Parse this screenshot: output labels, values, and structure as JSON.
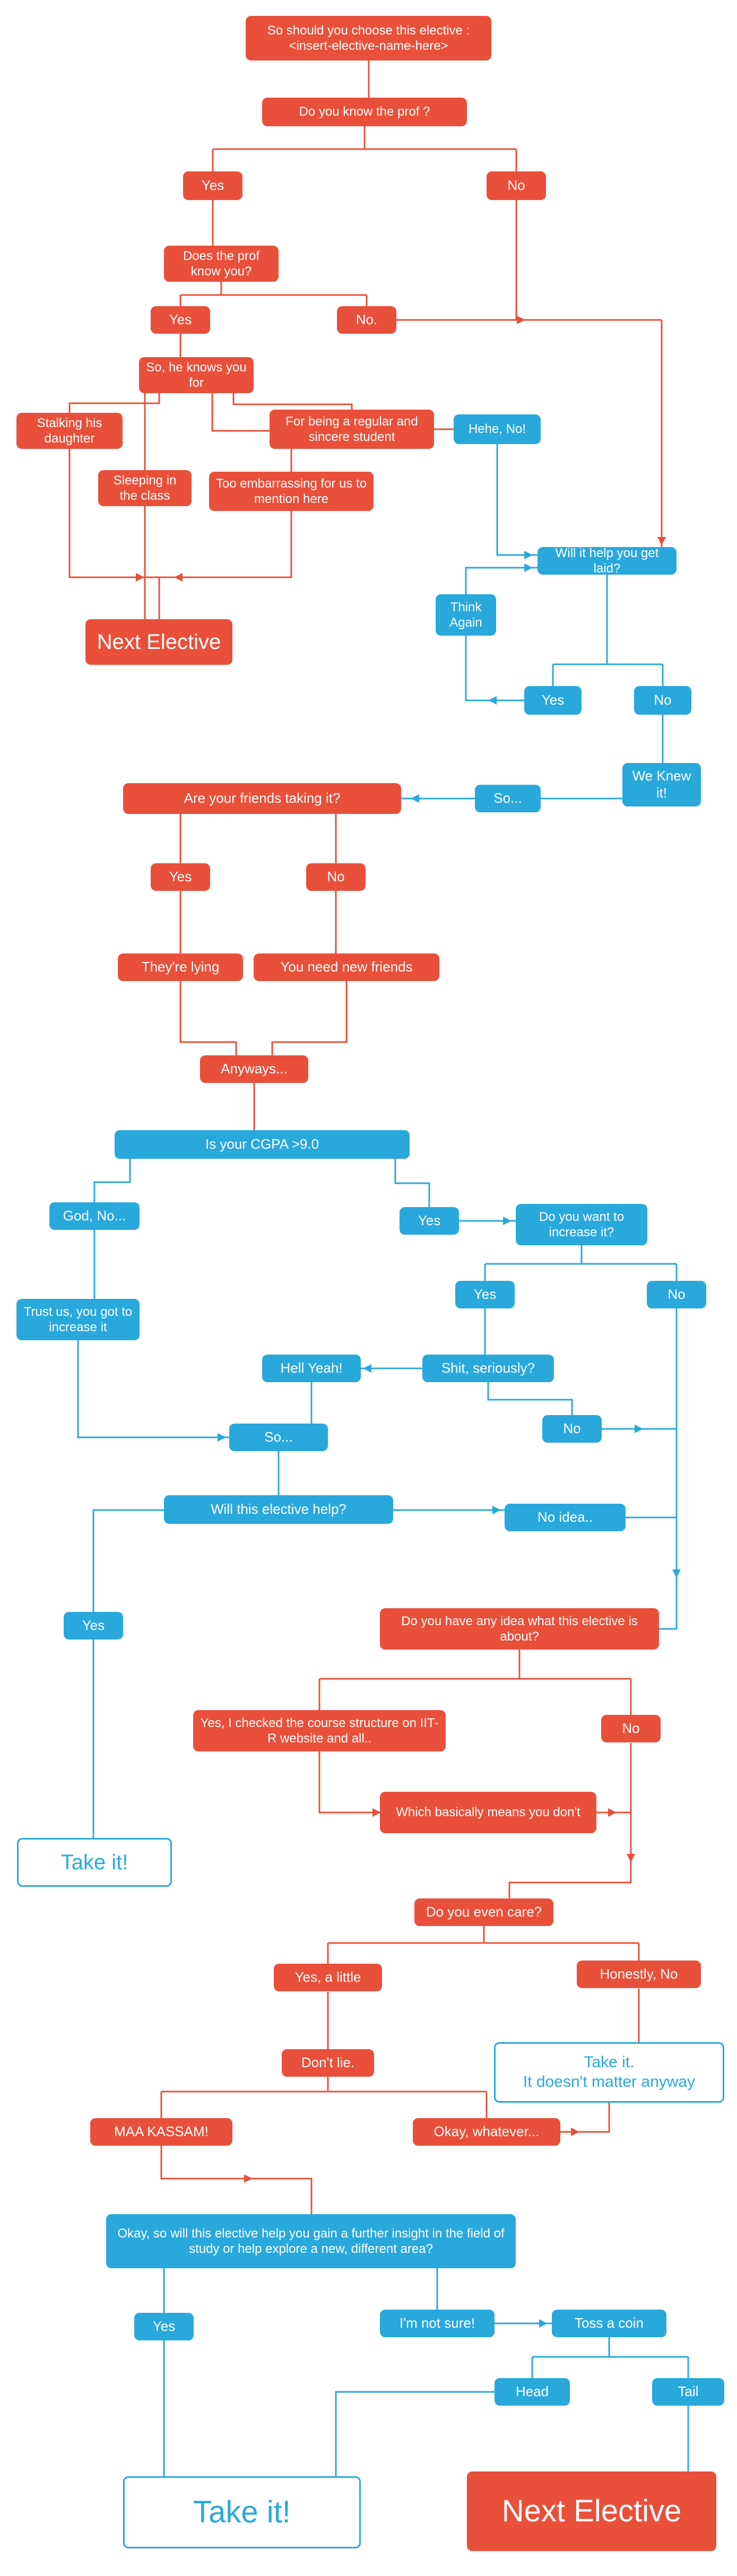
{
  "title": "Elective choice flowchart",
  "colors": {
    "red": "#e8503b",
    "blue": "#29a8dc",
    "background": "#ffffff",
    "outline_text": "#29a8dc"
  },
  "nodes": [
    {
      "id": "start",
      "label": "So should you choose this elective : <insert-elective-name-here>"
    },
    {
      "id": "know-prof",
      "label": "Do you know the prof ?"
    },
    {
      "id": "know-prof-yes",
      "label": "Yes"
    },
    {
      "id": "know-prof-no",
      "label": "No"
    },
    {
      "id": "prof-know-you",
      "label": "Does the prof know you?"
    },
    {
      "id": "prof-know-you-yes",
      "label": "Yes"
    },
    {
      "id": "prof-know-you-no",
      "label": "No."
    },
    {
      "id": "knows-you-for",
      "label": "So, he knows you for"
    },
    {
      "id": "stalking",
      "label": "Stalking his daughter"
    },
    {
      "id": "regular-student",
      "label": "For being a regular and sincere student"
    },
    {
      "id": "hehe-no",
      "label": "Hehe, No!"
    },
    {
      "id": "sleeping",
      "label": "Sleeping in the class"
    },
    {
      "id": "embarrassing",
      "label": "Too embarrassing for us to mention here"
    },
    {
      "id": "get-laid",
      "label": "Will it help you get laid?"
    },
    {
      "id": "think-again",
      "label": "Think Again"
    },
    {
      "id": "next-elective-1",
      "label": "Next Elective"
    },
    {
      "id": "get-laid-yes",
      "label": "Yes"
    },
    {
      "id": "get-laid-no",
      "label": "No"
    },
    {
      "id": "we-knew-it",
      "label": "We Knew it!"
    },
    {
      "id": "so-1",
      "label": "So..."
    },
    {
      "id": "friends-taking",
      "label": "Are your friends taking it?"
    },
    {
      "id": "friends-yes",
      "label": "Yes"
    },
    {
      "id": "friends-no",
      "label": "No"
    },
    {
      "id": "theyre-lying",
      "label": "They're lying"
    },
    {
      "id": "new-friends",
      "label": "You need new friends"
    },
    {
      "id": "anyways",
      "label": "Anyways..."
    },
    {
      "id": "cgpa",
      "label": "Is your CGPA >9.0"
    },
    {
      "id": "god-no",
      "label": "God, No..."
    },
    {
      "id": "cgpa-yes",
      "label": "Yes"
    },
    {
      "id": "increase-it",
      "label": "Do you want to increase it?"
    },
    {
      "id": "trust-us",
      "label": "Trust us, you got to increase it"
    },
    {
      "id": "increase-yes",
      "label": "Yes"
    },
    {
      "id": "increase-no",
      "label": "No"
    },
    {
      "id": "hell-yeah",
      "label": "Hell Yeah!"
    },
    {
      "id": "shit-seriously",
      "label": "Shit, seriously?"
    },
    {
      "id": "seriously-no",
      "label": "No"
    },
    {
      "id": "so-2",
      "label": "So..."
    },
    {
      "id": "elective-help",
      "label": "Will this elective help?"
    },
    {
      "id": "no-idea",
      "label": "No idea.."
    },
    {
      "id": "help-yes",
      "label": "Yes"
    },
    {
      "id": "any-idea",
      "label": "Do you have any idea what this elective is about?"
    },
    {
      "id": "checked-structure",
      "label": "Yes, I checked the course structure on IIT-R website and all.."
    },
    {
      "id": "idea-no",
      "label": "No"
    },
    {
      "id": "basically-means",
      "label": "Which basically means you don't"
    },
    {
      "id": "take-it-1",
      "label": "Take it!"
    },
    {
      "id": "even-care",
      "label": "Do you even care?"
    },
    {
      "id": "care-yes",
      "label": "Yes, a little"
    },
    {
      "id": "care-no",
      "label": "Honestly, No"
    },
    {
      "id": "dont-lie",
      "label": "Don't lie."
    },
    {
      "id": "take-it-anyway",
      "line1": "Take it.",
      "line2": "It doesn't matter anyway"
    },
    {
      "id": "maa-kassam",
      "label": "MAA KASSAM!"
    },
    {
      "id": "okay-whatever",
      "label": "Okay, whatever..."
    },
    {
      "id": "big-question",
      "label": "Okay, so will this elective help you gain a further insight in the field of study or help explore a new, different area?"
    },
    {
      "id": "insight-yes",
      "label": "Yes"
    },
    {
      "id": "not-sure",
      "label": "I'm not sure!"
    },
    {
      "id": "toss-coin",
      "label": "Toss a coin"
    },
    {
      "id": "head",
      "label": "Head"
    },
    {
      "id": "tail",
      "label": "Tail"
    },
    {
      "id": "take-it-2",
      "label": "Take it!"
    },
    {
      "id": "next-elective-2",
      "label": "Next Elective"
    }
  ]
}
